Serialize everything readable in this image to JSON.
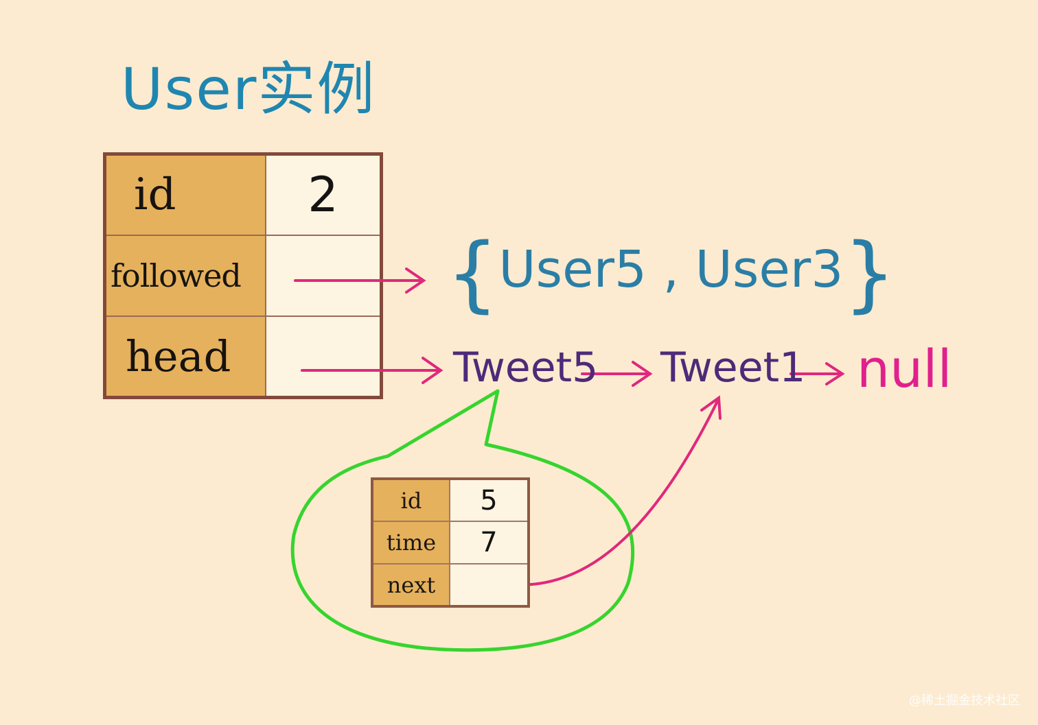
{
  "title": "User实例",
  "user_table": {
    "rows": [
      {
        "key": "id",
        "value": "2"
      },
      {
        "key": "followed",
        "value": ""
      },
      {
        "key": "head",
        "value": ""
      }
    ]
  },
  "followed_set": {
    "open": "{",
    "items": "User5 , User3",
    "close": "}"
  },
  "list": {
    "node1": "Tweet5",
    "node2": "Tweet1",
    "end": "null"
  },
  "tweet_table": {
    "rows": [
      {
        "key": "id",
        "value": "5"
      },
      {
        "key": "time",
        "value": "7"
      },
      {
        "key": "next",
        "value": ""
      }
    ]
  },
  "watermark": "@稀土掘金技术社区",
  "colors": {
    "background": "#fcebd0",
    "key_cell": "#e6b15c",
    "table_border": "#83493a",
    "title": "#1f86b0",
    "arrow": "#e0287c",
    "node_text": "#4e2a78",
    "bubble": "#37d42f"
  }
}
